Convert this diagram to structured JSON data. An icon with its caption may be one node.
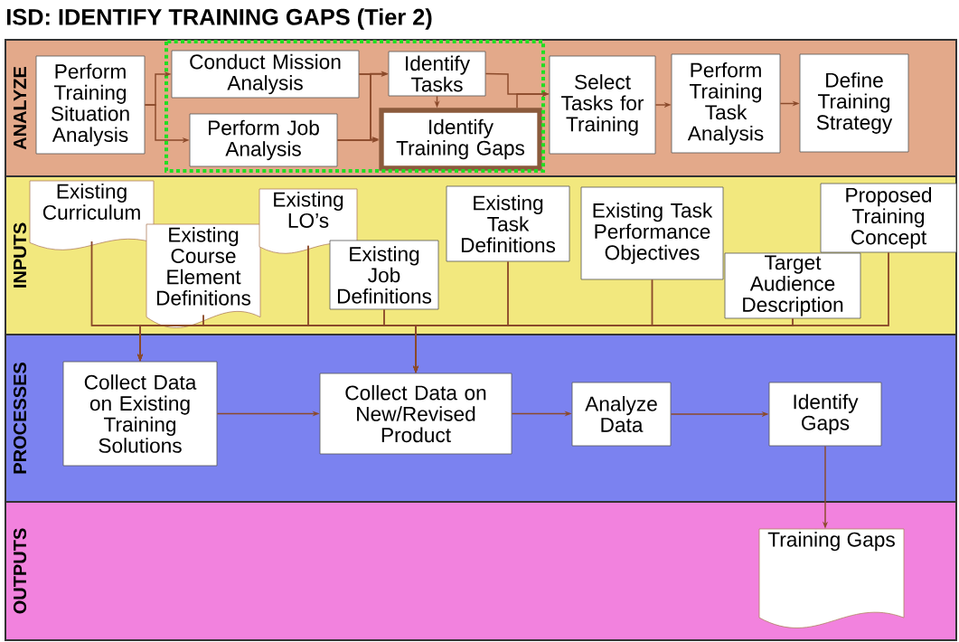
{
  "diagram": {
    "title": "ISD: IDENTIFY TRAINING GAPS (Tier 2)",
    "nodes": [
      {
        "text": [
          "ANALYZE"
        ]
      },
      {
        "text": [
          "INPUTS"
        ]
      },
      {
        "text": [
          "PROCESSES"
        ]
      },
      {
        "text": [
          "OUTPUTS"
        ]
      },
      {
        "text": [
          "Perform Training Situation Analysis"
        ],
        "in": 0
      },
      {
        "text": [
          "Conduct Mission Analysis"
        ],
        "in": 0
      },
      {
        "text": [
          "Perform Job Analysis"
        ],
        "in": 0
      },
      {
        "text": [
          "Identify Tasks"
        ],
        "in": 0
      },
      {
        "text": [
          "Identify Training Gaps"
        ],
        "in": 0
      },
      {
        "text": [
          "Select Tasks for Training"
        ],
        "in": 0
      },
      {
        "text": [
          "Perform Training Task Analysis"
        ],
        "in": 0
      },
      {
        "text": [
          "Define Training Strategy"
        ],
        "in": 0
      },
      {
        "text": [
          "Existing Curriculum"
        ],
        "in": 1
      },
      {
        "text": [
          "Existing Course Element Definitions"
        ],
        "in": 1
      },
      {
        "text": [
          "Existing LO’s"
        ],
        "in": 1
      },
      {
        "text": [
          "Existing Job Definitions"
        ],
        "in": 1
      },
      {
        "text": [
          "Existing Task Definitions"
        ],
        "in": 1
      },
      {
        "text": [
          "Existing Task Performance Objectives"
        ],
        "in": 1
      },
      {
        "text": [
          "Target Audience Description"
        ],
        "in": 1
      },
      {
        "text": [
          "Proposed Training Concept"
        ],
        "in": 1
      },
      {
        "text": [
          "Collect Data on Existing Training Solutions"
        ],
        "in": 2
      },
      {
        "text": [
          "Collect Data on New/Revised Product"
        ],
        "in": 2
      },
      {
        "text": [
          "Analyze Data"
        ],
        "in": 2
      },
      {
        "text": [
          "Identify Gaps"
        ],
        "in": 2
      },
      {
        "text": [
          "Training Gaps"
        ],
        "in": 3
      }
    ],
    "edges": [
      {
        "from": 4,
        "to": 5,
        "arrow": "to"
      },
      {
        "from": 4,
        "to": 6,
        "arrow": "to"
      },
      {
        "from": 5,
        "to": 7,
        "arrow": "to"
      },
      {
        "from": 5,
        "to": 8,
        "arrow": "to"
      },
      {
        "from": 6,
        "to": 7,
        "arrow": "to"
      },
      {
        "from": 6,
        "to": 8,
        "arrow": "to"
      },
      {
        "from": 7,
        "to": 8,
        "arrow": "to"
      },
      {
        "from": 7,
        "to": 9,
        "arrow": "to"
      },
      {
        "from": 8,
        "to": 9,
        "arrow": "to"
      },
      {
        "from": 9,
        "to": 10,
        "arrow": "to"
      },
      {
        "from": 10,
        "to": 11,
        "arrow": "to"
      },
      {
        "from": 12,
        "to": 20,
        "arrow": "to"
      },
      {
        "from": 12,
        "to": 21,
        "arrow": "to"
      },
      {
        "from": 13,
        "to": 20,
        "arrow": "to"
      },
      {
        "from": 13,
        "to": 21,
        "arrow": "to"
      },
      {
        "from": 14,
        "to": 20,
        "arrow": "to"
      },
      {
        "from": 14,
        "to": 21,
        "arrow": "to"
      },
      {
        "from": 15,
        "to": 20,
        "arrow": "to"
      },
      {
        "from": 15,
        "to": 21,
        "arrow": "to"
      },
      {
        "from": 16,
        "to": 20,
        "arrow": "to"
      },
      {
        "from": 16,
        "to": 21,
        "arrow": "to"
      },
      {
        "from": 17,
        "to": 20,
        "arrow": "to"
      },
      {
        "from": 17,
        "to": 21,
        "arrow": "to"
      },
      {
        "from": 18,
        "to": 20,
        "arrow": "to"
      },
      {
        "from": 18,
        "to": 21,
        "arrow": "to"
      },
      {
        "from": 19,
        "to": 20,
        "arrow": "to"
      },
      {
        "from": 19,
        "to": 21,
        "arrow": "to"
      },
      {
        "from": 20,
        "to": 21,
        "arrow": "to"
      },
      {
        "from": 21,
        "to": 22,
        "arrow": "to"
      },
      {
        "from": 22,
        "to": 23,
        "arrow": "to"
      },
      {
        "from": 23,
        "to": 24,
        "arrow": "to"
      }
    ]
  }
}
